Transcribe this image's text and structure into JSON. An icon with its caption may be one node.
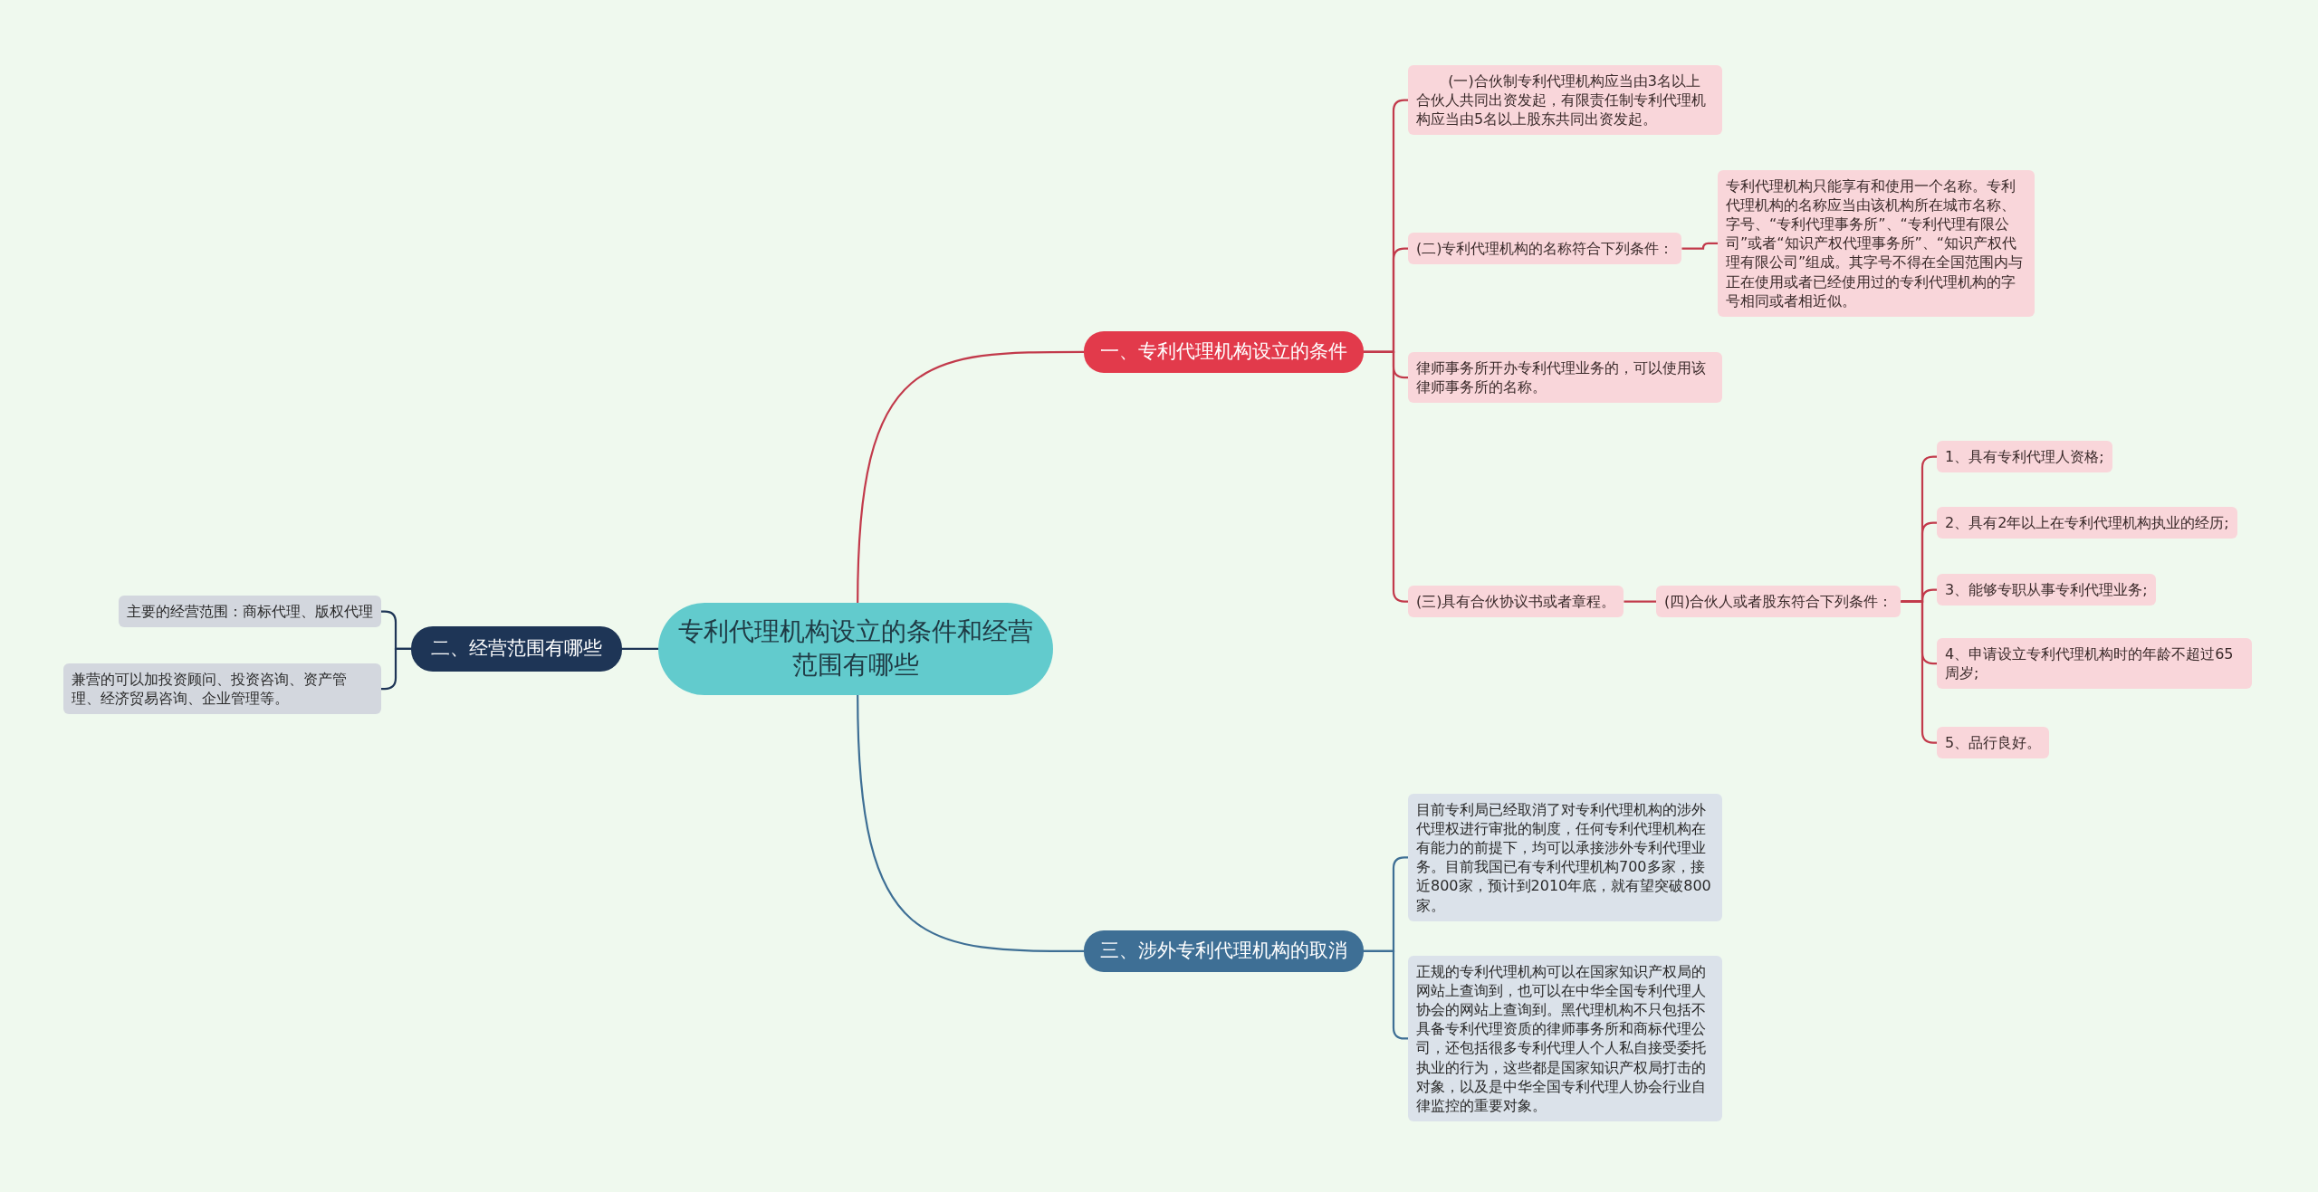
{
  "diagram": {
    "nodes": [
      {
        "text": [
          "专利代理机构设立的条件和经营范围有哪些"
        ]
      },
      {
        "text": [
          "一、专利代理机构设立的条件"
        ]
      },
      {
        "text": [
          "(一)合伙制专利代理机构应当由3名以上合伙人共同出资发起，有限责任制专利代理机构应当由5名以上股东共同出资发起。"
        ]
      },
      {
        "text": [
          "(二)专利代理机构的名称符合下列条件："
        ]
      },
      {
        "text": [
          "专利代理机构只能享有和使用一个名称。专利代理机构的名称应当由该机构所在城市名称、字号、“专利代理事务所”、“专利代理有限公司”或者“知识产权代理事务所”、“知识产权代理有限公司”组成。其字号不得在全国范围内与正在使用或者已经使用过的专利代理机构的字号相同或者相近似。"
        ]
      },
      {
        "text": [
          "律师事务所开办专利代理业务的，可以使用该律师事务所的名称。"
        ]
      },
      {
        "text": [
          "(三)具有合伙协议书或者章程。"
        ]
      },
      {
        "text": [
          "(四)合伙人或者股东符合下列条件："
        ]
      },
      {
        "text": [
          "1、具有专利代理人资格;"
        ]
      },
      {
        "text": [
          "2、具有2年以上在专利代理机构执业的经历;"
        ]
      },
      {
        "text": [
          "3、能够专职从事专利代理业务;"
        ]
      },
      {
        "text": [
          "4、申请设立专利代理机构时的年龄不超过65周岁;"
        ]
      },
      {
        "text": [
          "5、品行良好。"
        ]
      },
      {
        "text": [
          "二、经营范围有哪些"
        ]
      },
      {
        "text": [
          "主要的经营范围：商标代理、版权代理"
        ]
      },
      {
        "text": [
          "兼营的可以加投资顾问、投资咨询、资产管理、经济贸易咨询、企业管理等。"
        ]
      },
      {
        "text": [
          "三、涉外专利代理机构的取消"
        ]
      },
      {
        "text": [
          "目前专利局已经取消了对专利代理机构的涉外代理权进行审批的制度，任何专利代理机构在有能力的前提下，均可以承接涉外专利代理业务。目前我国已有专利代理机构700多家，接近800家，预计到2010年底，就有望突破800家。"
        ]
      },
      {
        "text": [
          "正规的专利代理机构可以在国家知识产权局的网站上查询到，也可以在中华全国专利代理人协会的网站上查询到。黑代理机构不只包括不具备专利代理资质的律师事务所和商标代理公司，还包括很多专利代理人个人私自接受委托执业的行为，这些都是国家知识产权局打击的对象，以及是中华全国专利代理人协会行业自律监控的重要对象。"
        ]
      }
    ],
    "edges": [
      {
        "from": 0,
        "to": 1,
        "arrow": "none"
      },
      {
        "from": 1,
        "to": 2,
        "arrow": "none"
      },
      {
        "from": 1,
        "to": 3,
        "arrow": "none"
      },
      {
        "from": 3,
        "to": 4,
        "arrow": "none"
      },
      {
        "from": 1,
        "to": 5,
        "arrow": "none"
      },
      {
        "from": 1,
        "to": 6,
        "arrow": "none"
      },
      {
        "from": 6,
        "to": 7,
        "arrow": "none"
      },
      {
        "from": 7,
        "to": 8,
        "arrow": "none"
      },
      {
        "from": 7,
        "to": 9,
        "arrow": "none"
      },
      {
        "from": 7,
        "to": 10,
        "arrow": "none"
      },
      {
        "from": 7,
        "to": 11,
        "arrow": "none"
      },
      {
        "from": 7,
        "to": 12,
        "arrow": "none"
      },
      {
        "from": 0,
        "to": 13,
        "arrow": "none",
        "color": "#1e3556"
      },
      {
        "from": 13,
        "to": 14,
        "arrow": "none",
        "color": "#1e3556"
      },
      {
        "from": 13,
        "to": 15,
        "arrow": "none",
        "color": "#1e3556"
      },
      {
        "from": 0,
        "to": 16,
        "arrow": "none",
        "color": "#3e6f95"
      },
      {
        "from": 16,
        "to": 17,
        "arrow": "none",
        "color": "#3e6f95"
      },
      {
        "from": 16,
        "to": 18,
        "arrow": "none",
        "color": "#3e6f95"
      }
    ]
  }
}
